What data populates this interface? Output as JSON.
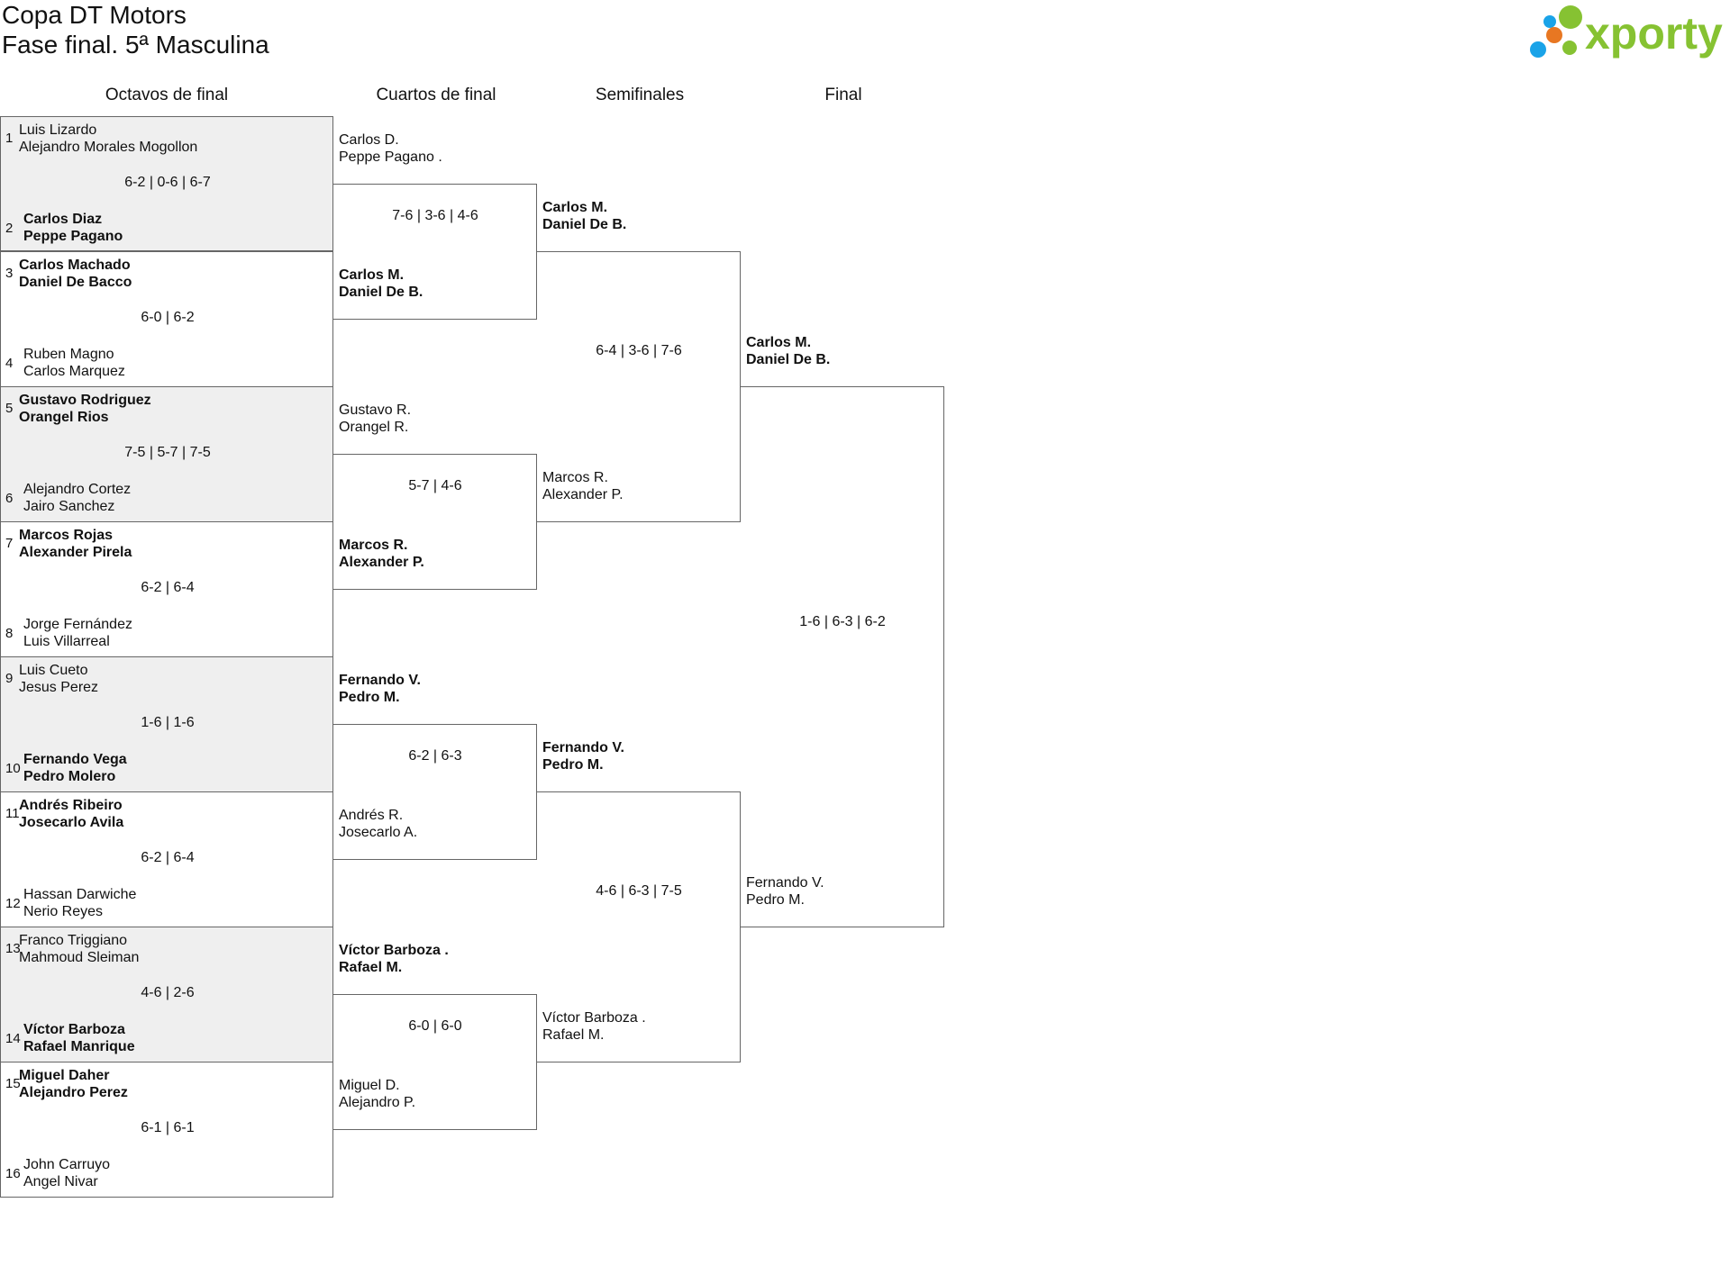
{
  "header": {
    "title_line1": "Copa DT Motors",
    "title_line2": "Fase final. 5ª Masculina"
  },
  "logo": {
    "text": "xporty",
    "colors": [
      "#1aa3e8",
      "#e87722",
      "#86c232"
    ]
  },
  "rounds": [
    "Octavos de final",
    "Cuartos de final",
    "Semifinales",
    "Final"
  ],
  "octavos": [
    {
      "seed_a": "1",
      "a1": "Luis Lizardo",
      "a2": "Alejandro Morales Mogollon",
      "seed_b": "2",
      "b1": "Carlos Diaz",
      "b2": "Peppe Pagano",
      "score": "6-2 | 0-6 | 6-7",
      "winner": "b"
    },
    {
      "seed_a": "3",
      "a1": "Carlos Machado",
      "a2": "Daniel De Bacco",
      "seed_b": "4",
      "b1": "Ruben Magno",
      "b2": "Carlos Marquez",
      "score": "6-0 | 6-2",
      "winner": "a"
    },
    {
      "seed_a": "5",
      "a1": "Gustavo Rodriguez",
      "a2": "Orangel Rios",
      "seed_b": "6",
      "b1": "Alejandro Cortez",
      "b2": "Jairo Sanchez",
      "score": "7-5 | 5-7 | 7-5",
      "winner": "a"
    },
    {
      "seed_a": "7",
      "a1": "Marcos Rojas",
      "a2": "Alexander Pirela",
      "seed_b": "8",
      "b1": "Jorge Fernández",
      "b2": "Luis Villarreal",
      "score": "6-2 | 6-4",
      "winner": "a"
    },
    {
      "seed_a": "9",
      "a1": "Luis Cueto",
      "a2": "Jesus Perez",
      "seed_b": "10",
      "b1": "Fernando Vega",
      "b2": "Pedro Molero",
      "score": "1-6 | 1-6",
      "winner": "b"
    },
    {
      "seed_a": "11",
      "a1": "Andrés Ribeiro",
      "a2": "Josecarlo Avila",
      "seed_b": "12",
      "b1": "Hassan Darwiche",
      "b2": "Nerio Reyes",
      "score": "6-2 | 6-4",
      "winner": "a"
    },
    {
      "seed_a": "13",
      "a1": "Franco Triggiano",
      "a2": "Mahmoud Sleiman",
      "seed_b": "14",
      "b1": "Víctor Barboza",
      "b2": "Rafael Manrique",
      "score": "4-6 | 2-6",
      "winner": "b"
    },
    {
      "seed_a": "15",
      "a1": "Miguel Daher",
      "a2": "Alejandro Perez",
      "seed_b": "16",
      "b1": "John Carruyo",
      "b2": "Angel Nivar",
      "score": "6-1 | 6-1",
      "winner": "a"
    }
  ],
  "cuartos": [
    {
      "a1": "Carlos D.",
      "a2": "Peppe Pagano .",
      "b1": "Carlos M.",
      "b2": "Daniel De B.",
      "score": "7-6 | 3-6 | 4-6",
      "winner": "b"
    },
    {
      "a1": "Gustavo R.",
      "a2": "Orangel R.",
      "b1": "Marcos R.",
      "b2": "Alexander P.",
      "score": "5-7 | 4-6",
      "winner": "b"
    },
    {
      "a1": "Fernando V.",
      "a2": "Pedro M.",
      "b1": "Andrés R.",
      "b2": "Josecarlo A.",
      "score": "6-2 | 6-3",
      "winner": "a"
    },
    {
      "a1": "Víctor Barboza .",
      "a2": "Rafael M.",
      "b1": "Miguel D.",
      "b2": "Alejandro P.",
      "score": "6-0 | 6-0",
      "winner": "a"
    }
  ],
  "semis": [
    {
      "a1": "Carlos M.",
      "a2": "Daniel De B.",
      "b1": "Marcos R.",
      "b2": "Alexander P.",
      "score": "6-4 | 3-6 | 7-6",
      "winner": "a"
    },
    {
      "a1": "Fernando V.",
      "a2": "Pedro M.",
      "b1": "Víctor Barboza .",
      "b2": "Rafael M.",
      "score": "4-6 | 6-3 | 7-5",
      "winner": "a"
    }
  ],
  "final": {
    "a1": "Carlos M.",
    "a2": "Daniel De B.",
    "b1": "Fernando V.",
    "b2": "Pedro M.",
    "score": "1-6 | 6-3 | 6-2",
    "winner": "a"
  }
}
